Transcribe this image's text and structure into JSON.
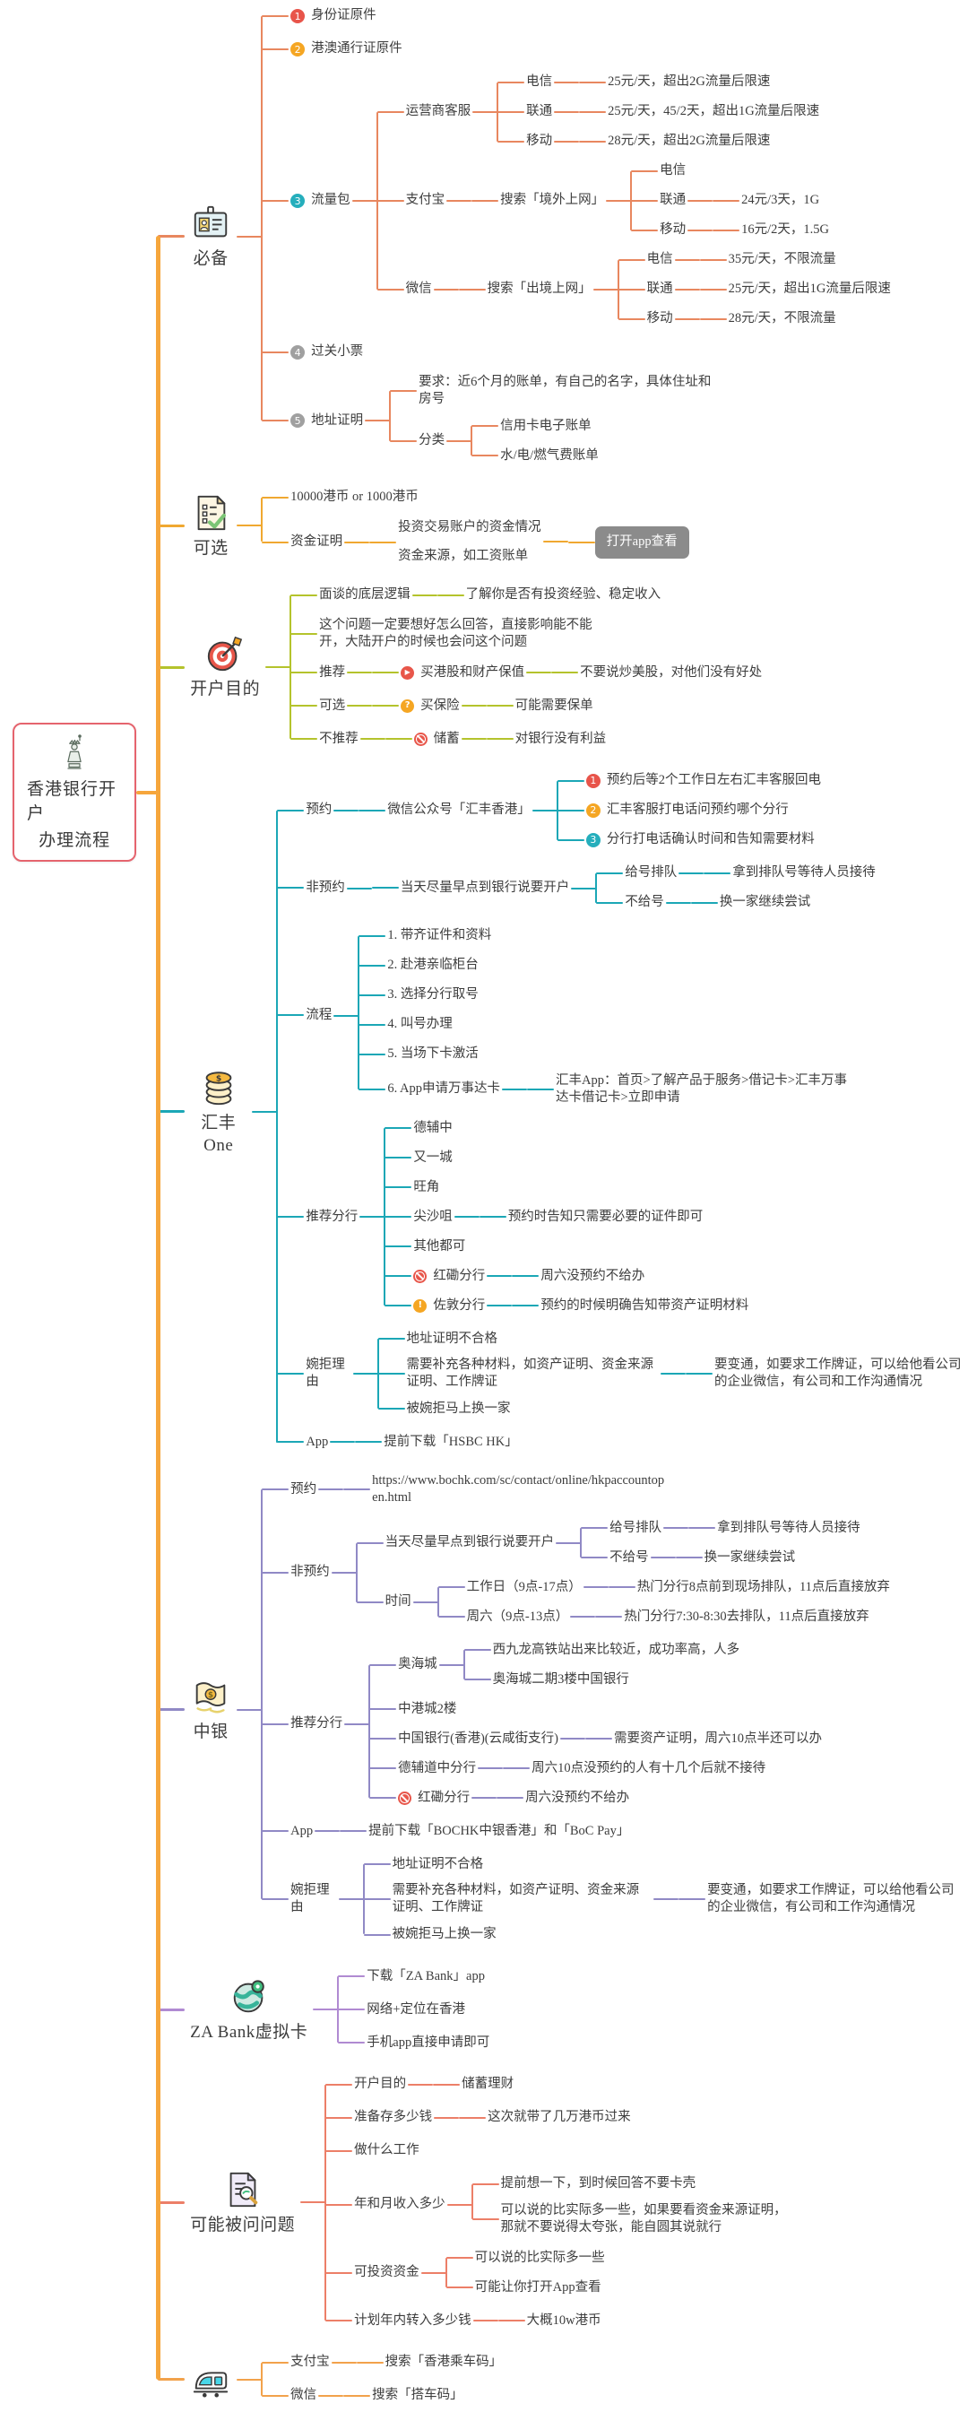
{
  "central": {
    "label_line1": "香港银行开户",
    "label_line2": "办理流程",
    "icon": "statue-of-liberty-icon",
    "border_color": "#e5646e"
  },
  "trunk_color": "#f6a63c",
  "badge_colors": {
    "red": "#e8544a",
    "orange": "#f5a623",
    "teal": "#25aebc",
    "gray": "#a0a0a0"
  },
  "tree": {
    "children": [
      {
        "label": "必备",
        "icon": "id-card-icon",
        "name": "section-required",
        "color": "#e8875f",
        "children": [
          {
            "label": "身份证原件",
            "badge_n": "1",
            "badge_color": "red"
          },
          {
            "label": "港澳通行证原件",
            "badge_n": "2",
            "badge_color": "orange"
          },
          {
            "label": "流量包",
            "badge_n": "3",
            "badge_color": "teal",
            "children": [
              {
                "label": "运营商客服",
                "children": [
                  {
                    "label": "电信",
                    "children": [
                      {
                        "label": "25元/天，超出2G流量后限速"
                      }
                    ]
                  },
                  {
                    "label": "联通",
                    "children": [
                      {
                        "label": "25元/天，45/2天，超出1G流量后限速"
                      }
                    ]
                  },
                  {
                    "label": "移动",
                    "children": [
                      {
                        "label": "28元/天，超出2G流量后限速"
                      }
                    ]
                  }
                ]
              },
              {
                "label": "支付宝",
                "children": [
                  {
                    "label": "搜索「境外上网」",
                    "children": [
                      {
                        "label": "电信"
                      },
                      {
                        "label": "联通",
                        "children": [
                          {
                            "label": "24元/3天，1G"
                          }
                        ]
                      },
                      {
                        "label": "移动",
                        "children": [
                          {
                            "label": "16元/2天，1.5G"
                          }
                        ]
                      }
                    ]
                  }
                ]
              },
              {
                "label": "微信",
                "children": [
                  {
                    "label": "搜索「出境上网」",
                    "children": [
                      {
                        "label": "电信",
                        "children": [
                          {
                            "label": "35元/天，不限流量"
                          }
                        ]
                      },
                      {
                        "label": "联通",
                        "children": [
                          {
                            "label": "25元/天，超出1G流量后限速"
                          }
                        ]
                      },
                      {
                        "label": "移动",
                        "children": [
                          {
                            "label": "28元/天，不限流量"
                          }
                        ]
                      }
                    ]
                  }
                ]
              }
            ]
          },
          {
            "label": "过关小票",
            "badge_n": "4",
            "badge_color": "gray"
          },
          {
            "label": "地址证明",
            "badge_n": "5",
            "badge_color": "gray",
            "children": [
              {
                "label": "要求：近6个月的账单，有自己的名字，具体住址和房号"
              },
              {
                "label": "分类",
                "children": [
                  {
                    "label": "信用卡电子账单"
                  },
                  {
                    "label": "水/电/燃气费账单"
                  }
                ]
              }
            ]
          }
        ]
      },
      {
        "label": "可选",
        "icon": "checklist-icon",
        "name": "section-optional",
        "color": "#f0a830",
        "children": [
          {
            "label": "10000港币 or 1000港币"
          },
          {
            "label": "资金证明",
            "children": [
              {
                "type": "group",
                "items": [
                  "投资交易账户的资金情况",
                  "资金来源，如工资账单"
                ],
                "children": [
                  {
                    "type": "button",
                    "label": "打开app查看"
                  }
                ]
              }
            ]
          }
        ]
      },
      {
        "label": "开户目的",
        "icon": "target-icon",
        "name": "section-purpose",
        "color": "#b4c32c",
        "children": [
          {
            "label": "面谈的底层逻辑",
            "children": [
              {
                "label": "了解你是否有投资经验、稳定收入"
              }
            ]
          },
          {
            "label": "这个问题一定要想好怎么回答，直接影响能不能开，大陆开户的时候也会问这个问题"
          },
          {
            "label": "推荐",
            "children": [
              {
                "label": "买港股和财产保值",
                "mark": "recommend",
                "children": [
                  {
                    "label": "不要说炒美股，对他们没有好处"
                  }
                ]
              }
            ]
          },
          {
            "label": "可选",
            "children": [
              {
                "label": "买保险",
                "mark": "question",
                "children": [
                  {
                    "label": "可能需要保单"
                  }
                ]
              }
            ]
          },
          {
            "label": "不推荐",
            "children": [
              {
                "label": "储蓄",
                "mark": "forbidden",
                "children": [
                  {
                    "label": "对银行没有利益"
                  }
                ]
              }
            ]
          }
        ]
      },
      {
        "label": "汇丰One",
        "icon": "coins-icon",
        "name": "section-hsbc-one",
        "color": "#1ba7b6",
        "children": [
          {
            "label": "预约",
            "children": [
              {
                "label": "微信公众号「汇丰香港」",
                "children": [
                  {
                    "label": "预约后等2个工作日左右汇丰客服回电",
                    "badge_n": "1",
                    "badge_color": "red"
                  },
                  {
                    "label": "汇丰客服打电话问预约哪个分行",
                    "badge_n": "2",
                    "badge_color": "orange"
                  },
                  {
                    "label": "分行打电话确认时间和告知需要材料",
                    "badge_n": "3",
                    "badge_color": "teal"
                  }
                ]
              }
            ]
          },
          {
            "label": "非预约",
            "children": [
              {
                "label": "当天尽量早点到银行说要开户",
                "children": [
                  {
                    "label": "给号排队",
                    "children": [
                      {
                        "label": "拿到排队号等待人员接待"
                      }
                    ]
                  },
                  {
                    "label": "不给号",
                    "children": [
                      {
                        "label": "换一家继续尝试"
                      }
                    ]
                  }
                ]
              }
            ]
          },
          {
            "label": "流程",
            "children": [
              {
                "label": "1. 带齐证件和资料"
              },
              {
                "label": "2. 赴港亲临柜台"
              },
              {
                "label": "3. 选择分行取号"
              },
              {
                "label": "4. 叫号办理"
              },
              {
                "label": "5. 当场下卡激活"
              },
              {
                "label": "6. App申请万事达卡",
                "children": [
                  {
                    "label": "汇丰App：首页>了解产品于服务>借记卡>汇丰万事达卡借记卡>立即申请"
                  }
                ]
              }
            ]
          },
          {
            "label": "推荐分行",
            "children": [
              {
                "label": "德辅中"
              },
              {
                "label": "又一城"
              },
              {
                "label": "旺角"
              },
              {
                "label": "尖沙咀",
                "children": [
                  {
                    "label": "预约时告知只需要必要的证件即可"
                  }
                ]
              },
              {
                "label": "其他都可"
              },
              {
                "label": "红磡分行",
                "mark": "forbidden",
                "children": [
                  {
                    "label": "周六没预约不给办"
                  }
                ]
              },
              {
                "label": "佐敦分行",
                "mark": "warning",
                "children": [
                  {
                    "label": "预约的时候明确告知带资产证明材料"
                  }
                ]
              }
            ]
          },
          {
            "label": "婉拒理由",
            "children": [
              {
                "label": "地址证明不合格"
              },
              {
                "label": "需要补充各种材料，如资产证明、资金来源证明、工作牌证",
                "children": [
                  {
                    "label": "要变通，如要求工作牌证，可以给他看公司的企业微信，有公司和工作沟通情况"
                  }
                ]
              },
              {
                "label": "被婉拒马上换一家"
              }
            ]
          },
          {
            "label": "App",
            "children": [
              {
                "label": "提前下载「HSBC HK」"
              }
            ]
          }
        ]
      },
      {
        "label": "中银",
        "icon": "banknote-icon",
        "name": "section-boc",
        "color": "#9089c5",
        "children": [
          {
            "label": "预约",
            "children": [
              {
                "label": "https://www.bochk.com/sc/contact/online/hkpaccountopen.html"
              }
            ]
          },
          {
            "label": "非预约",
            "children": [
              {
                "label": "当天尽量早点到银行说要开户",
                "children": [
                  {
                    "label": "给号排队",
                    "children": [
                      {
                        "label": "拿到排队号等待人员接待"
                      }
                    ]
                  },
                  {
                    "label": "不给号",
                    "children": [
                      {
                        "label": "换一家继续尝试"
                      }
                    ]
                  }
                ]
              },
              {
                "label": "时间",
                "children": [
                  {
                    "label": "工作日（9点-17点）",
                    "children": [
                      {
                        "label": "热门分行8点前到现场排队，11点后直接放弃"
                      }
                    ]
                  },
                  {
                    "label": "周六（9点-13点）",
                    "children": [
                      {
                        "label": "热门分行7:30-8:30去排队，11点后直接放弃"
                      }
                    ]
                  }
                ]
              }
            ]
          },
          {
            "label": "推荐分行",
            "children": [
              {
                "label": "奥海城",
                "children": [
                  {
                    "label": "西九龙高铁站出来比较近，成功率高，人多"
                  },
                  {
                    "label": "奥海城二期3楼中国银行"
                  }
                ]
              },
              {
                "label": "中港城2楼"
              },
              {
                "label": "中国银行(香港)(云咸街支行)",
                "children": [
                  {
                    "label": "需要资产证明，周六10点半还可以办"
                  }
                ]
              },
              {
                "label": "德辅道中分行",
                "children": [
                  {
                    "label": "周六10点没预约的人有十几个后就不接待"
                  }
                ]
              },
              {
                "label": "红磡分行",
                "mark": "forbidden",
                "children": [
                  {
                    "label": "周六没预约不给办"
                  }
                ]
              }
            ]
          },
          {
            "label": "App",
            "children": [
              {
                "label": "提前下载「BOCHK中银香港」和「BoC Pay」"
              }
            ]
          },
          {
            "label": "婉拒理由",
            "children": [
              {
                "label": "地址证明不合格"
              },
              {
                "label": "需要补充各种材料，如资产证明、资金来源证明、工作牌证",
                "children": [
                  {
                    "label": "要变通，如要求工作牌证，可以给他看公司的企业微信，有公司和工作沟通情况"
                  }
                ]
              },
              {
                "label": "被婉拒马上换一家"
              }
            ]
          }
        ]
      },
      {
        "label": "ZA Bank虚拟卡",
        "icon": "globe-icon",
        "name": "section-za-bank",
        "color": "#b08ad2",
        "children": [
          {
            "label": "下载「ZA Bank」app"
          },
          {
            "label": "网络+定位在香港"
          },
          {
            "label": "手机app直接申请即可"
          }
        ]
      },
      {
        "label": "可能被问问题",
        "icon": "doc-search-icon",
        "name": "section-questions",
        "color": "#ec7f68",
        "children": [
          {
            "label": "开户目的",
            "children": [
              {
                "label": "储蓄理财"
              }
            ]
          },
          {
            "label": "准备存多少钱",
            "children": [
              {
                "label": "这次就带了几万港币过来"
              }
            ]
          },
          {
            "label": "做什么工作"
          },
          {
            "label": "年和月收入多少",
            "children": [
              {
                "label": "提前想一下，到时候回答不要卡壳"
              },
              {
                "label": "可以说的比实际多一些，如果要看资金来源证明，那就不要说得太夸张，能自圆其说就行"
              }
            ]
          },
          {
            "label": "可投资资金",
            "children": [
              {
                "label": "可以说的比实际多一些"
              },
              {
                "label": "可能让你打开App查看"
              }
            ]
          },
          {
            "label": "计划年内转入多少钱",
            "children": [
              {
                "label": "大概10w港币"
              }
            ]
          }
        ]
      },
      {
        "label": "",
        "icon": "train-icon",
        "name": "section-transit",
        "color": "#f2a24b",
        "children": [
          {
            "label": "支付宝",
            "children": [
              {
                "label": "搜索「香港乘车码」"
              }
            ]
          },
          {
            "label": "微信",
            "children": [
              {
                "label": "搜索「搭车码」"
              }
            ]
          }
        ]
      }
    ]
  }
}
